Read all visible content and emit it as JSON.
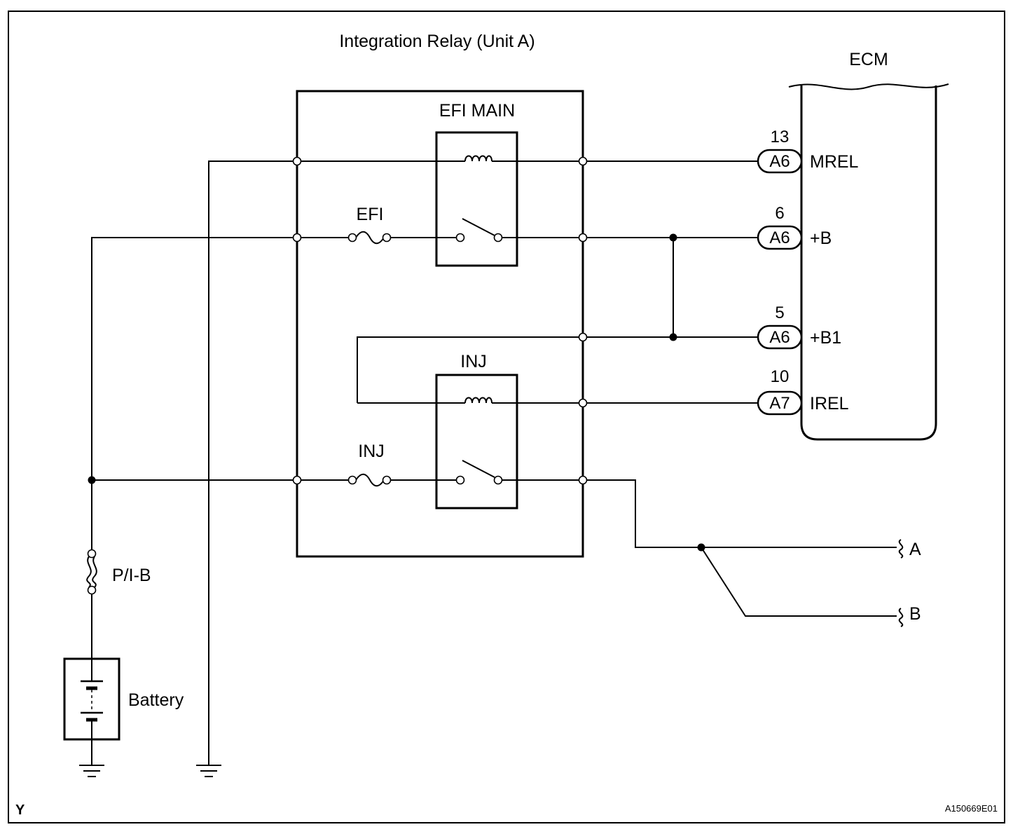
{
  "relay_unit": {
    "title": "Integration Relay (Unit A)"
  },
  "ecm": {
    "label": "ECM"
  },
  "relays": {
    "efi_main": "EFI MAIN",
    "inj": "INJ"
  },
  "fuses": {
    "efi": "EFI",
    "inj": "INJ",
    "pib": "P/I-B"
  },
  "battery": {
    "label": "Battery"
  },
  "ecm_pins": [
    {
      "pin_number": "13",
      "connector": "A6",
      "signal": "MREL"
    },
    {
      "pin_number": "6",
      "connector": "A6",
      "signal": "+B"
    },
    {
      "pin_number": "5",
      "connector": "A6",
      "signal": "+B1"
    },
    {
      "pin_number": "10",
      "connector": "A7",
      "signal": "IREL"
    }
  ],
  "outputs": {
    "a": "A",
    "b": "B"
  },
  "footer": {
    "corner_code": "Y",
    "figure_id": "A150669E01"
  }
}
